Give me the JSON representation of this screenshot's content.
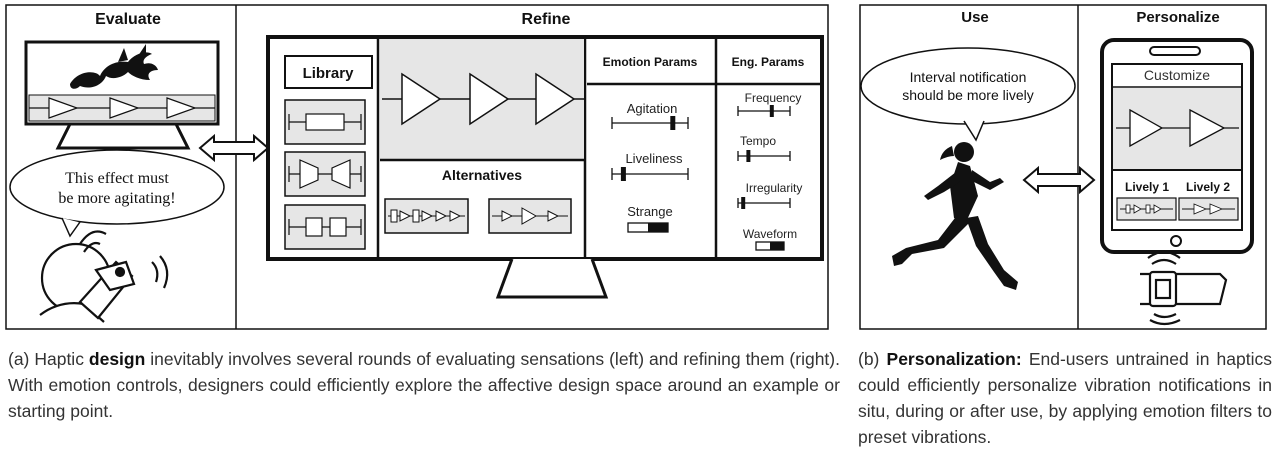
{
  "left_figure": {
    "sections": {
      "evaluate": "Evaluate",
      "refine": "Refine"
    },
    "speech_bubble": [
      "This effect must",
      "be more agitating!"
    ],
    "library_label": "Library",
    "alternatives_label": "Alternatives",
    "emotion_params": {
      "header": "Emotion Params",
      "items": [
        {
          "label": "Agitation",
          "level": 0.8
        },
        {
          "label": "Liveliness",
          "level": 0.15
        }
      ],
      "toggle": {
        "label": "Strange",
        "on": true
      }
    },
    "eng_params": {
      "header": "Eng. Params",
      "items": [
        {
          "label": "Frequency",
          "level": 0.65
        },
        {
          "label": "Tempo",
          "level": 0.2
        },
        {
          "label": "Irregularity",
          "level": 0.1
        }
      ],
      "toggle": {
        "label": "Waveform",
        "on": true
      }
    }
  },
  "right_figure": {
    "sections": {
      "use": "Use",
      "personalize": "Personalize"
    },
    "thought_bubble": [
      "Interval notification",
      "should be more lively"
    ],
    "phone": {
      "header": "Customize",
      "options": [
        "Lively 1",
        "Lively 2"
      ]
    }
  },
  "captions": {
    "a": {
      "prefix": "(a) Haptic ",
      "bold": "design",
      "rest": " inevitably involves several rounds of evaluating sensations (left) and refining them (right). With emotion controls, designers could efficiently explore the affective design space around an example or starting point."
    },
    "b": {
      "prefix": "(b) ",
      "bold": "Personalization:",
      "rest": " End-users untrained in haptics could efficiently personalize vibration notifications in situ, during or after use, by applying emotion filters to preset vibrations."
    }
  },
  "colors": {
    "line": "#111111",
    "panel_fill": "#e6e6e6",
    "caption_text": "#333333"
  }
}
